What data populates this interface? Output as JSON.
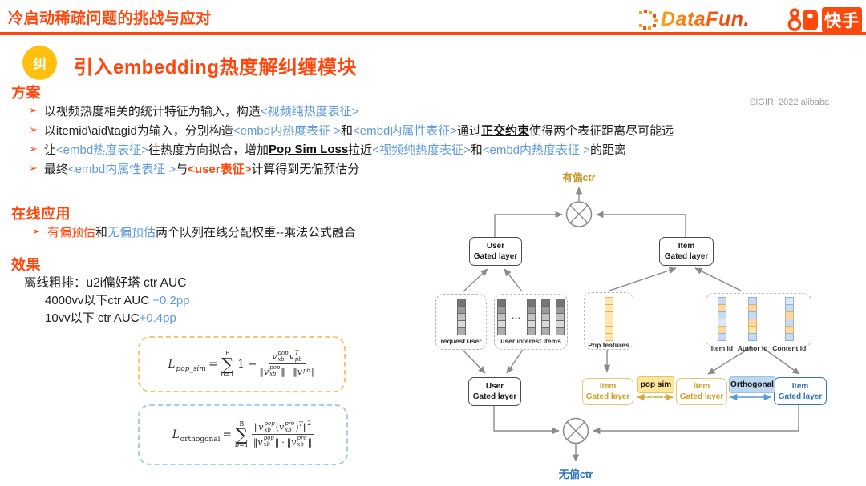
{
  "header": {
    "title": "冷启动稀疏问题的挑战与应对",
    "datafun": "DataFun.",
    "kuaishou": "快手"
  },
  "slide": {
    "badge": "纠",
    "title": "引入embedding热度解纠缠模块",
    "citation": "SIGIR, 2022 alibaba",
    "bullet_glyph": "➢"
  },
  "plan": {
    "heading": "方案",
    "b1": {
      "p1": "以视频热度相关的统计特征为输入，构造",
      "p2": "<视频纯热度表征>"
    },
    "b2": {
      "p1": "以itemid\\aid\\tagid为输入，分别构造",
      "p2": "<embd内热度表征 >",
      "p3": "和",
      "p4": "<embd内属性表征>",
      "p5": "  通过",
      "p6": "正交约束",
      "p7": "使得两个表征距离尽可能远"
    },
    "b3": {
      "p1": "让",
      "p2": "<embd热度表征>",
      "p3": "往热度方向拟合，增加",
      "p4": "Pop Sim Loss",
      "p5": "拉近",
      "p6": "<视频纯热度表征>",
      "p7": "和",
      "p8": "<embd内热度表征 >",
      "p9": "的距离"
    },
    "b4": {
      "p1": "最终",
      "p2": "<embd内属性表征 >",
      "p3": "与",
      "p4": "<user表征>",
      "p5": "计算得到无偏预估分"
    }
  },
  "online": {
    "heading": "在线应用",
    "b1": {
      "p1": "有偏预估",
      "p2": "和",
      "p3": "无偏预估",
      "p4": "两个队列在线分配权重--乘法公式融合"
    }
  },
  "effect": {
    "heading": "效果",
    "line1": "离线粗排：u2i偏好塔 ctr AUC",
    "line2a": "4000vv以下ctr AUC ",
    "line2b": "+0.2pp",
    "line3a": "10vv以下 ctr AUC",
    "line3b": "+0.4pp"
  },
  "formulas": {
    "pop_sim": {
      "lhs": "L",
      "lhs_sub": "pop_sim",
      "eq": "=",
      "sum_top": "B",
      "sigma": "∑",
      "sum_bot": "b=1",
      "pre": "1 −",
      "n1": "v",
      "n1_sup": "pop",
      "n1_sub": "xb",
      "n2": "v",
      "n2_sup": "T",
      "n2_sub": "pb",
      "d1_l": "‖",
      "d1": "v",
      "d1_sup": "pop",
      "d1_sub": "xb",
      "d1_r": "‖",
      "dot": "·",
      "d2_l": "‖",
      "d2": "v",
      "d2_sub": "pb",
      "d2_r": "‖"
    },
    "orthogonal": {
      "lhs": "L",
      "lhs_sub": "orthogonal",
      "eq": "=",
      "sum_top": "B",
      "sigma": "∑",
      "sum_bot": "b=1",
      "n_l": "‖",
      "n1": "v",
      "n1_sup": "pop",
      "n1_sub": "xb",
      "n_po": "(",
      "n2": "v",
      "n2_sup": "pro",
      "n2_sub": "xb",
      "n_pc": ")",
      "n_t": "T",
      "n_r": "‖",
      "n_sq": "2",
      "d1_l": "‖",
      "d1": "v",
      "d1_sup": "pop",
      "d1_sub": "xb",
      "d1_r": "‖",
      "dot": "·",
      "d2_l": "‖",
      "d2": "v",
      "d2_sup": "pro",
      "d2_sub": "xb",
      "d2_r": "‖"
    }
  },
  "diagram": {
    "biased_ctr": "有偏ctr",
    "unbiased_ctr": "无偏ctr",
    "user_l1": "User",
    "user_l2": "Gated layer",
    "item_l1": "Item",
    "item_l2": "Gated layer",
    "pop_sim": "pop sim",
    "orthogonal": "Orthogonal",
    "request_user": "request user",
    "user_interest_items": "user interest items",
    "ellipsis": "...",
    "pop_features": "Pop features",
    "item_id": "Item id",
    "author_id": "Author Id",
    "content_id": "Content Id"
  },
  "colors": {
    "accent": "#FF470D",
    "inline_blue": "#5F9BD8",
    "gold": "#C49A2B",
    "deep_blue": "#2E75B6",
    "badge_gold_bg": "#FFE699",
    "badge_blue_bg": "#BDD7EE"
  }
}
